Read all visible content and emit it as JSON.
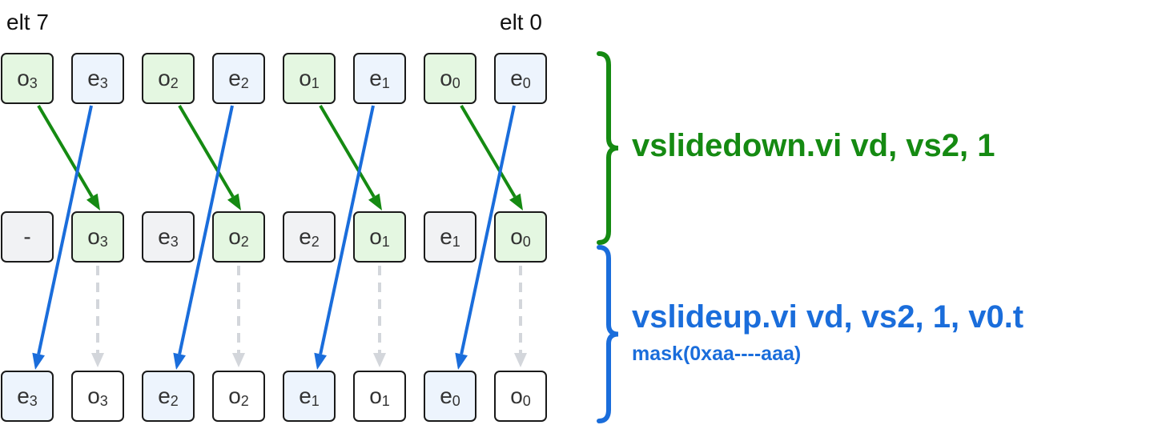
{
  "labels": {
    "left_end": "elt 7",
    "right_end": "elt 0"
  },
  "colors": {
    "green": "#158a12",
    "blue": "#1a6ddb",
    "dashed": "#d3d6db",
    "green_fill": "#e4f7e1",
    "blue_fill": "#edf4fd",
    "gray_fill": "#f1f2f4"
  },
  "rows": [
    [
      {
        "base": "o",
        "sub": "3",
        "style": "green"
      },
      {
        "base": "e",
        "sub": "3",
        "style": "blue"
      },
      {
        "base": "o",
        "sub": "2",
        "style": "green"
      },
      {
        "base": "e",
        "sub": "2",
        "style": "blue"
      },
      {
        "base": "o",
        "sub": "1",
        "style": "green"
      },
      {
        "base": "e",
        "sub": "1",
        "style": "blue"
      },
      {
        "base": "o",
        "sub": "0",
        "style": "green"
      },
      {
        "base": "e",
        "sub": "0",
        "style": "blue"
      }
    ],
    [
      {
        "base": "-",
        "sub": "",
        "style": "gray"
      },
      {
        "base": "o",
        "sub": "3",
        "style": "green"
      },
      {
        "base": "e",
        "sub": "3",
        "style": "gray"
      },
      {
        "base": "o",
        "sub": "2",
        "style": "green"
      },
      {
        "base": "e",
        "sub": "2",
        "style": "gray"
      },
      {
        "base": "o",
        "sub": "1",
        "style": "green"
      },
      {
        "base": "e",
        "sub": "1",
        "style": "gray"
      },
      {
        "base": "o",
        "sub": "0",
        "style": "green"
      }
    ],
    [
      {
        "base": "e",
        "sub": "3",
        "style": "blue"
      },
      {
        "base": "o",
        "sub": "3",
        "style": "white"
      },
      {
        "base": "e",
        "sub": "2",
        "style": "blue"
      },
      {
        "base": "o",
        "sub": "2",
        "style": "white"
      },
      {
        "base": "e",
        "sub": "1",
        "style": "blue"
      },
      {
        "base": "o",
        "sub": "1",
        "style": "white"
      },
      {
        "base": "e",
        "sub": "0",
        "style": "blue"
      },
      {
        "base": "o",
        "sub": "0",
        "style": "white"
      }
    ]
  ],
  "slidedown": {
    "instruction": "vslidedown.vi vd, vs2, 1"
  },
  "slideup": {
    "instruction": "vslideup.vi vd, vs2, 1, v0.t",
    "mask": "mask(0xaa----aaa)"
  }
}
